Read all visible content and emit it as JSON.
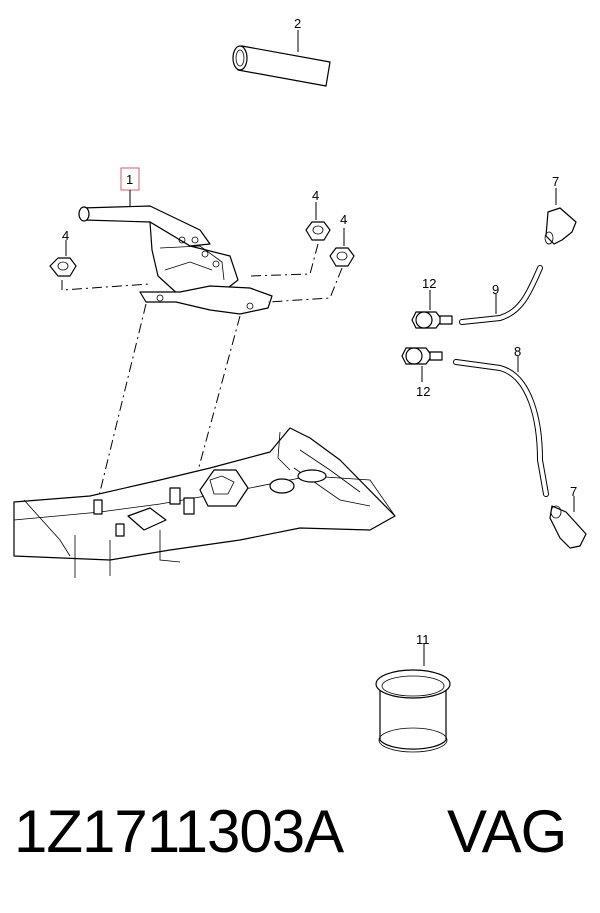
{
  "callouts": {
    "c1": "1",
    "c2": "2",
    "c4a": "4",
    "c4b": "4",
    "c4c": "4",
    "c7a": "7",
    "c7b": "7",
    "c8": "8",
    "c9": "9",
    "c11": "11",
    "c12a": "12",
    "c12b": "12"
  },
  "highlight_color": "#e05a6a",
  "footer": {
    "part_number": "1Z1711303A",
    "brand": "VAG"
  }
}
